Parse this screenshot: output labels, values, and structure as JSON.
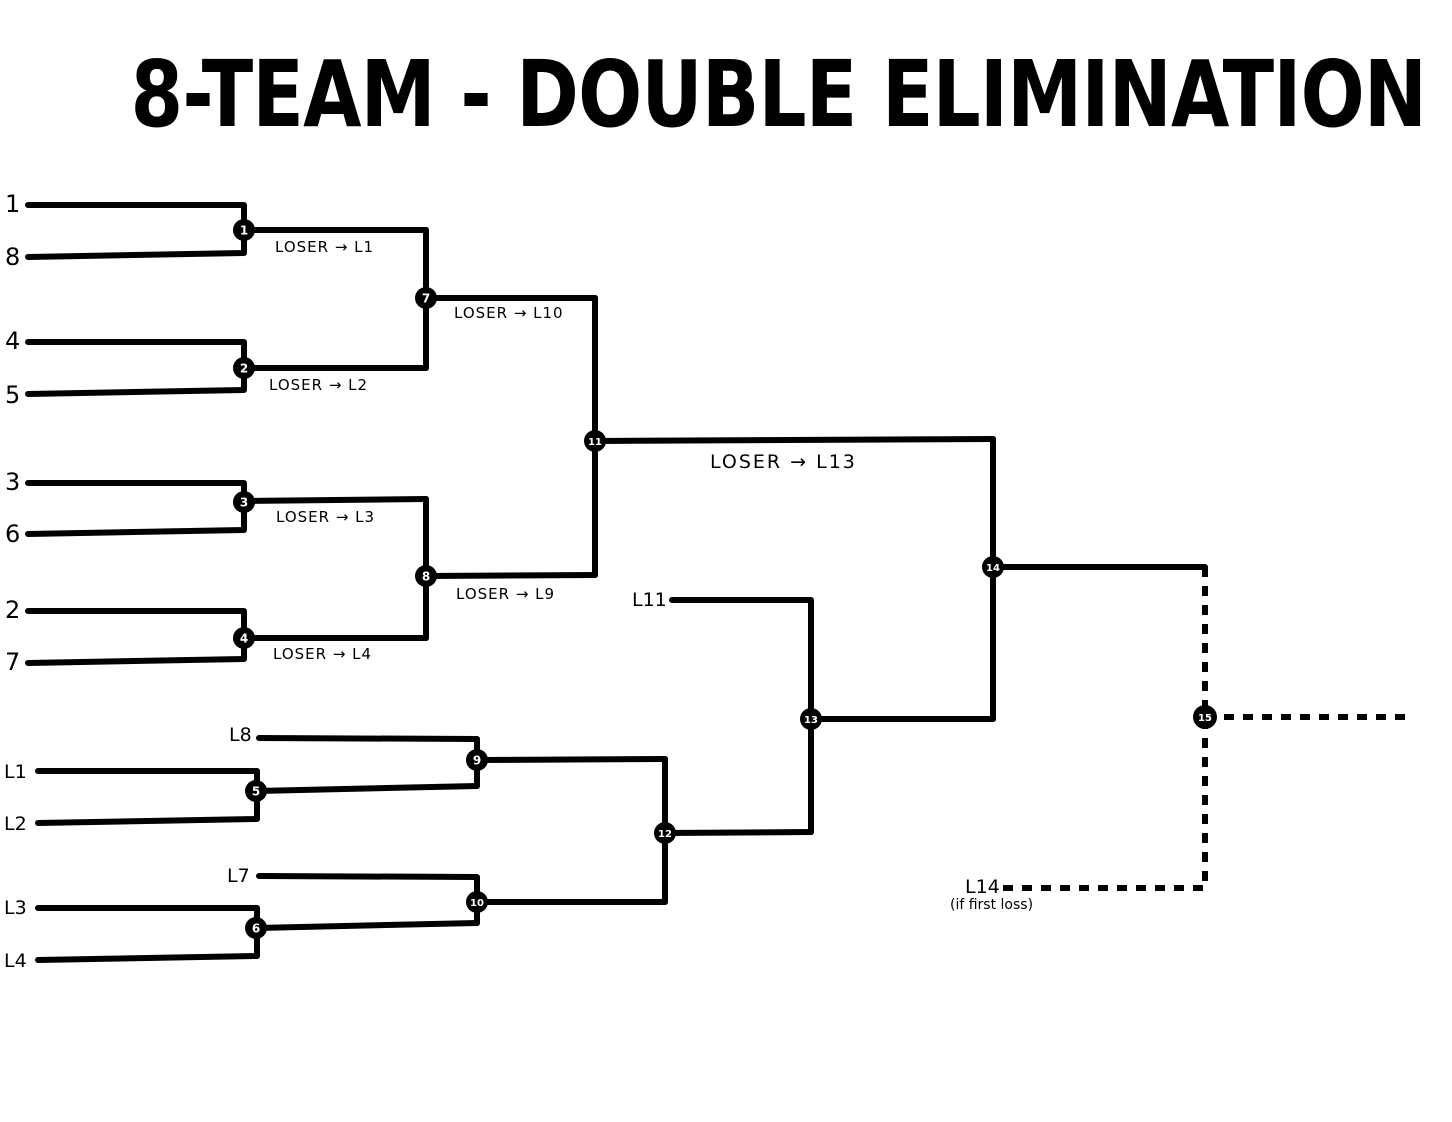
{
  "title": "8-TEAM - DOUBLE ELIMINATION",
  "seeds": {
    "s1": "1",
    "s8": "8",
    "s4": "4",
    "s5": "5",
    "s3": "3",
    "s6": "6",
    "s2": "2",
    "s7": "7"
  },
  "losers_entries": {
    "l1": "L1",
    "l2": "L2",
    "l3": "L3",
    "l4": "L4",
    "l7": "L7",
    "l8": "L8",
    "l11": "L11",
    "l14": "L14"
  },
  "l14_note": "(if first loss)",
  "games": {
    "g1": "1",
    "g2": "2",
    "g3": "3",
    "g4": "4",
    "g5": "5",
    "g6": "6",
    "g7": "7",
    "g8": "8",
    "g9": "9",
    "g10": "10",
    "g11": "11",
    "g12": "12",
    "g13": "13",
    "g14": "14",
    "g15": "15"
  },
  "loser_notes": {
    "g1": "LOSER → L1",
    "g2": "LOSER → L2",
    "g3": "LOSER → L3",
    "g4": "LOSER → L4",
    "g7": "LOSER → L10",
    "g8": "LOSER → L9",
    "g11": "LOSER → L13"
  }
}
